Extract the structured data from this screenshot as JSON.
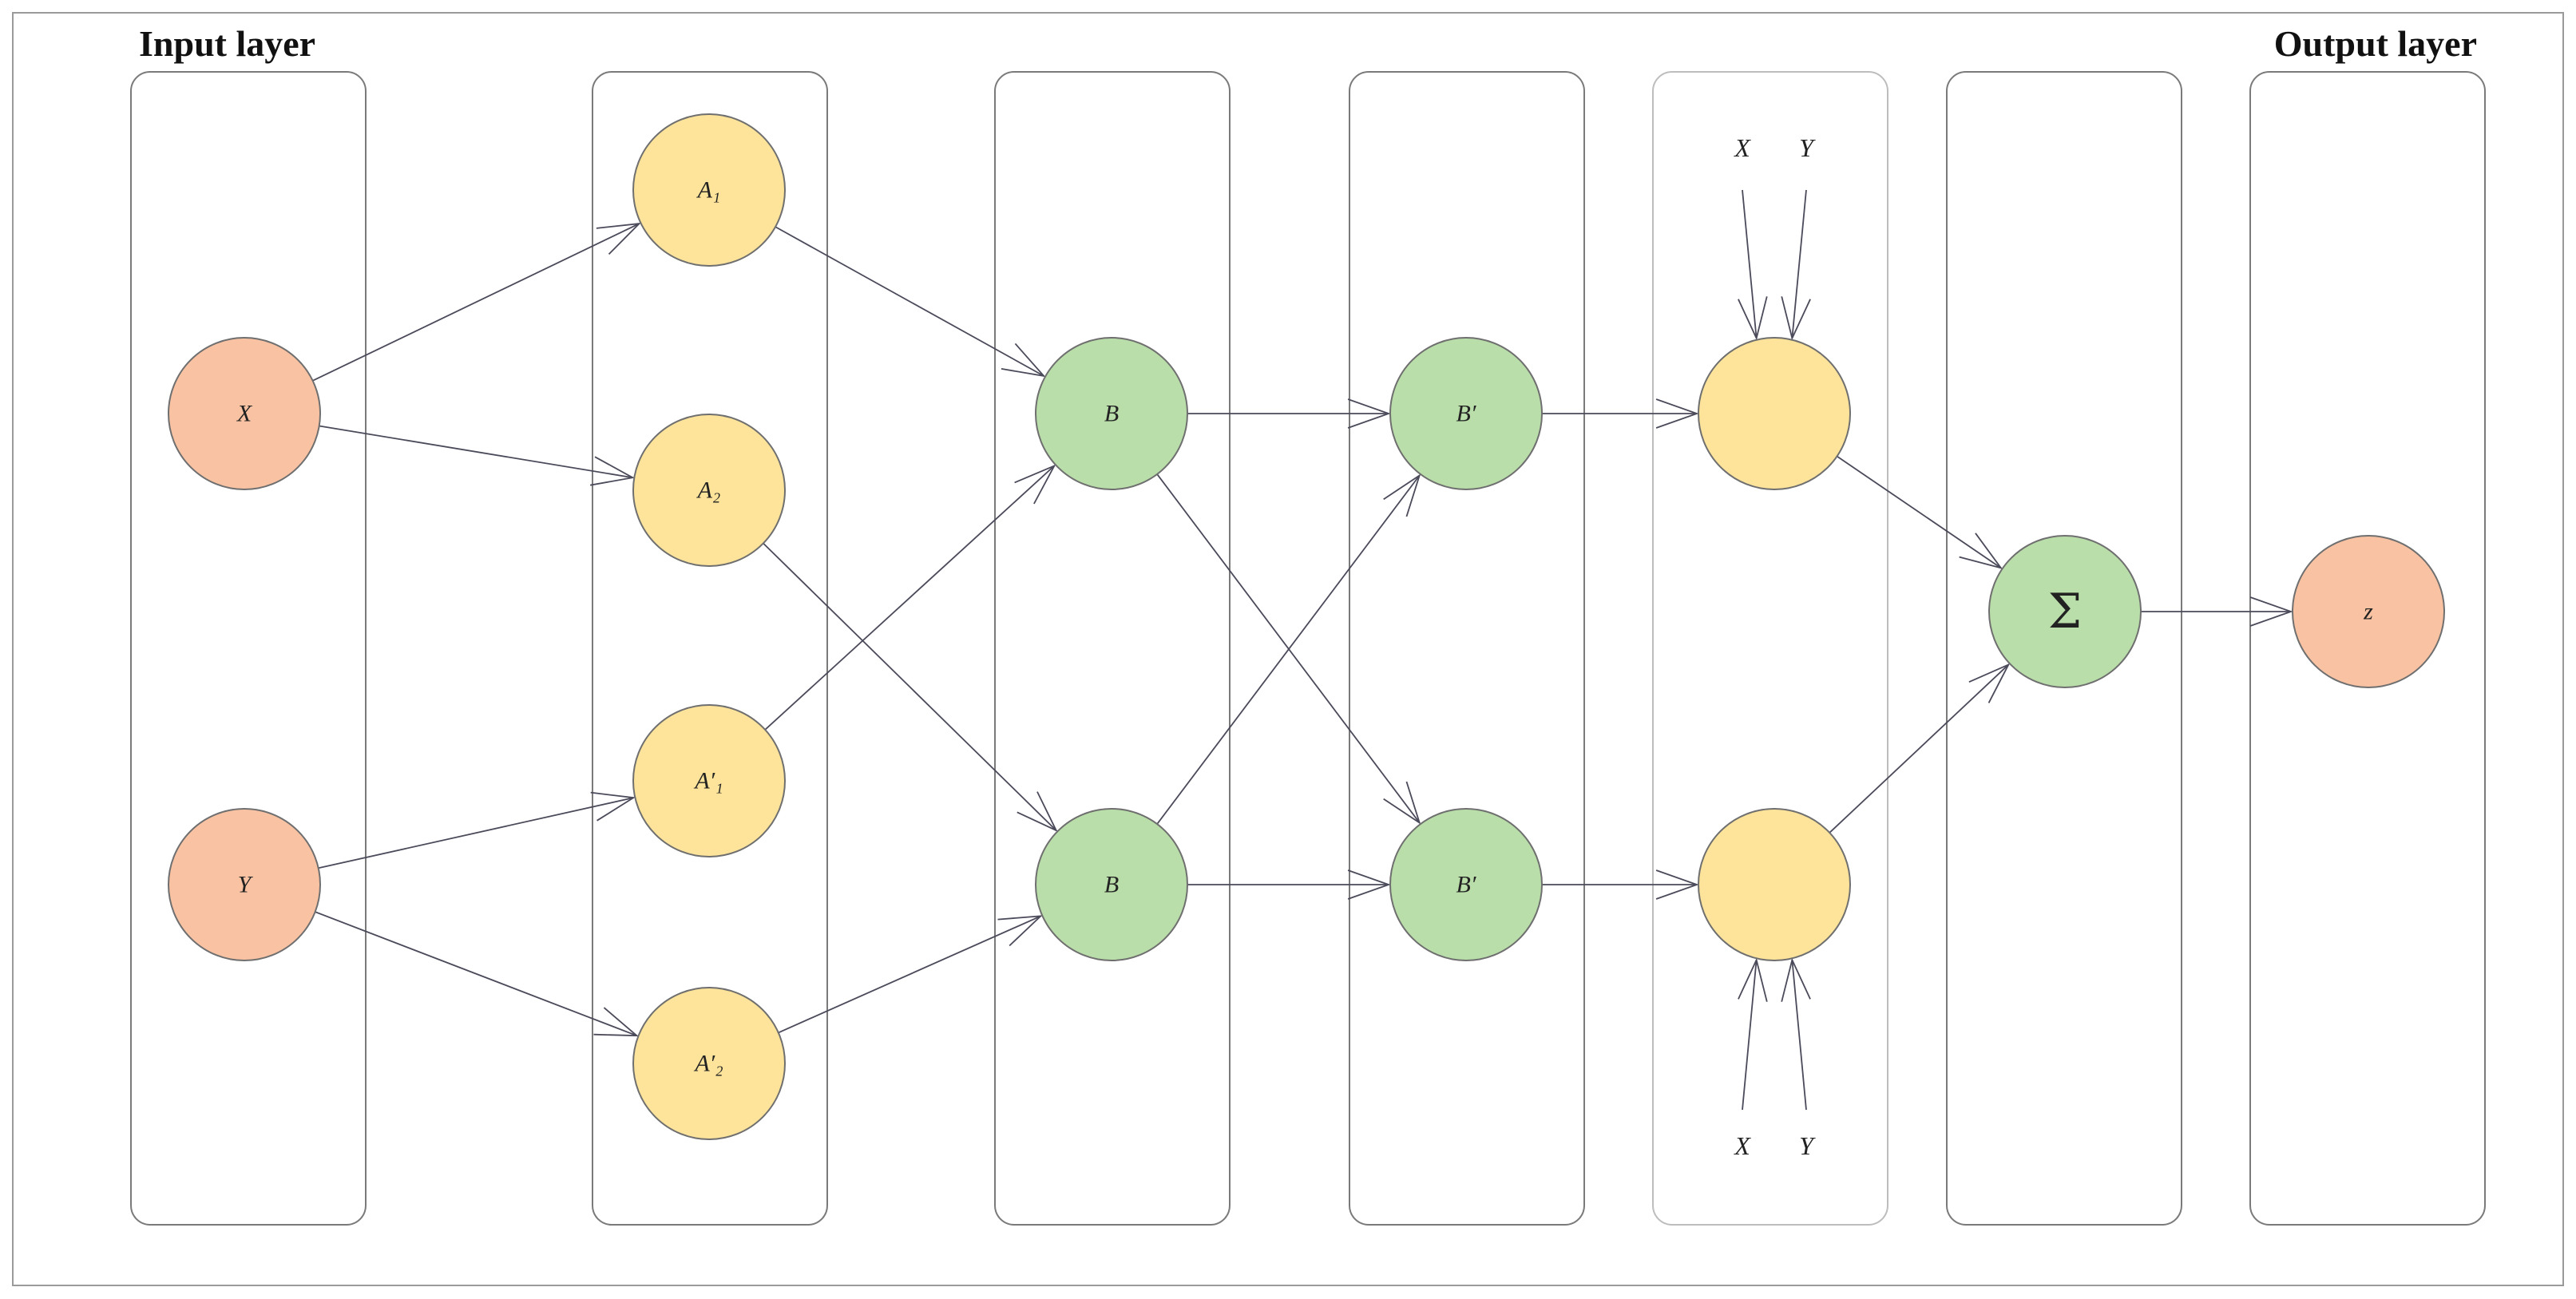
{
  "titles": {
    "input": "Input layer",
    "output": "Output layer"
  },
  "colors": {
    "input_node": "#f9c3a3",
    "membership_node": "#fde49a",
    "rule_node": "#b9deaa",
    "output_node": "#f9c3a3"
  },
  "nodes": [
    {
      "id": "x",
      "label": "X",
      "kind": "input"
    },
    {
      "id": "y",
      "label": "Y",
      "kind": "input"
    },
    {
      "id": "a1",
      "label": "A₁",
      "kind": "membership"
    },
    {
      "id": "a2",
      "label": "A₂",
      "kind": "membership"
    },
    {
      "id": "ap1",
      "label": "A′₁",
      "kind": "membership"
    },
    {
      "id": "ap2",
      "label": "A′₂",
      "kind": "membership"
    },
    {
      "id": "b1",
      "label": "B",
      "kind": "rule"
    },
    {
      "id": "b2",
      "label": "B",
      "kind": "rule"
    },
    {
      "id": "bp1",
      "label": "B′",
      "kind": "rule"
    },
    {
      "id": "bp2",
      "label": "B′",
      "kind": "rule"
    },
    {
      "id": "c1",
      "label": "",
      "kind": "membership"
    },
    {
      "id": "c2",
      "label": "",
      "kind": "membership"
    },
    {
      "id": "sum",
      "label": "Σ",
      "kind": "rule"
    },
    {
      "id": "z",
      "label": "z",
      "kind": "output"
    }
  ],
  "edges": [
    [
      "x",
      "a1"
    ],
    [
      "x",
      "a2"
    ],
    [
      "y",
      "ap1"
    ],
    [
      "y",
      "ap2"
    ],
    [
      "a1",
      "b1"
    ],
    [
      "ap1",
      "b1"
    ],
    [
      "a2",
      "b2"
    ],
    [
      "ap2",
      "b2"
    ],
    [
      "b1",
      "bp1"
    ],
    [
      "b1",
      "bp2"
    ],
    [
      "b2",
      "bp1"
    ],
    [
      "b2",
      "bp2"
    ],
    [
      "bp1",
      "c1"
    ],
    [
      "bp2",
      "c2"
    ],
    [
      "c1",
      "sum"
    ],
    [
      "c2",
      "sum"
    ],
    [
      "sum",
      "z"
    ]
  ],
  "external_inputs": [
    {
      "id": "top-x",
      "label": "X",
      "target": "c1"
    },
    {
      "id": "top-y",
      "label": "Y",
      "target": "c1"
    },
    {
      "id": "bottom-x",
      "label": "X",
      "target": "c2"
    },
    {
      "id": "bottom-y",
      "label": "Y",
      "target": "c2"
    }
  ]
}
